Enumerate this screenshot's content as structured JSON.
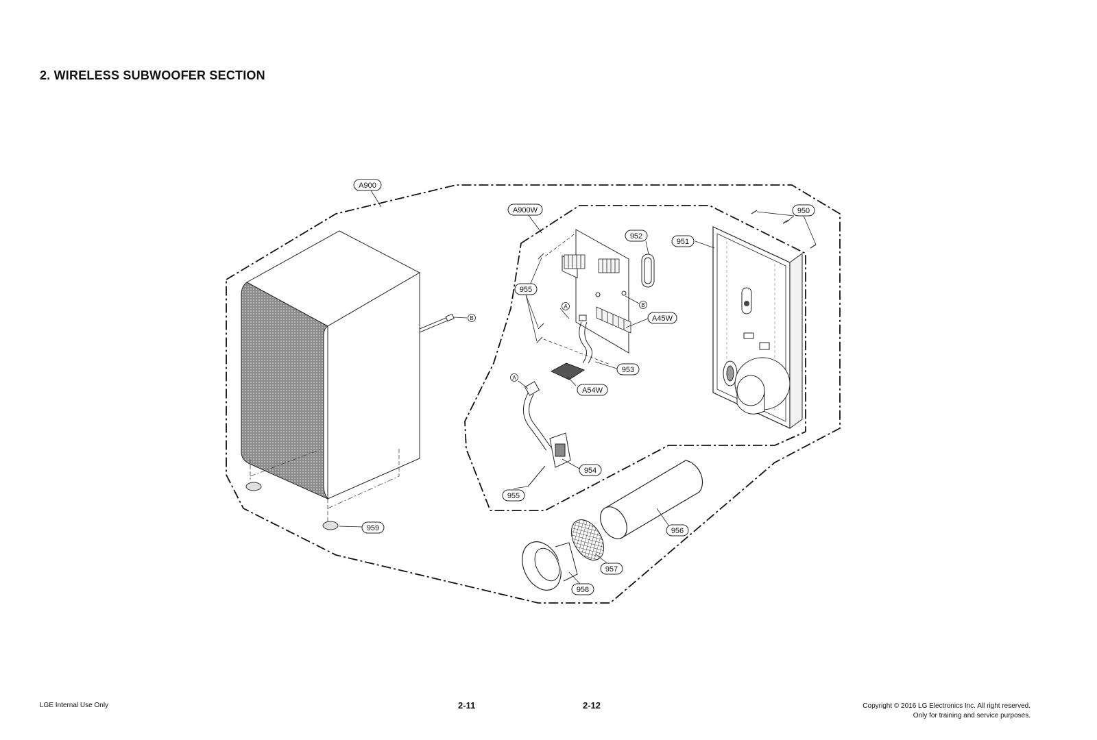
{
  "header": {
    "title": "2. WIRELESS SUBWOOFER SECTION"
  },
  "callouts": {
    "a900": "A900",
    "a900w": "A900W",
    "c950": "950",
    "c951": "951",
    "c952": "952",
    "c955_top": "955",
    "a45w": "A45W",
    "c953": "953",
    "a54w": "A54W",
    "c954": "954",
    "c955_bottom": "955",
    "c959": "959",
    "c956": "956",
    "c957": "957",
    "c958": "958"
  },
  "connectors": {
    "a": "A",
    "b": "B"
  },
  "footer": {
    "left": "LGE Internal Use Only",
    "page_left": "2-11",
    "page_right": "2-12",
    "copyright_line1": "Copyright © 2016 LG Electronics Inc. All right reserved.",
    "copyright_line2": "Only for training and service purposes."
  }
}
